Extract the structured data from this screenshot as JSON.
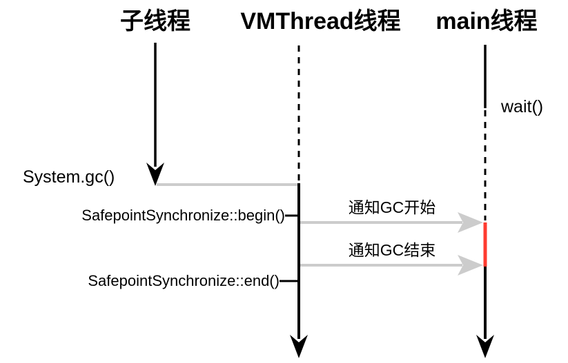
{
  "diagram": {
    "type": "sequence",
    "actors": [
      {
        "id": "child-thread",
        "label": "子线程"
      },
      {
        "id": "vmthread",
        "label": "VMThread线程"
      },
      {
        "id": "main-thread",
        "label": "main线程"
      }
    ],
    "messages": [
      {
        "id": "system-gc",
        "label": "System.gc()",
        "from": "child-thread",
        "to": "vmthread"
      },
      {
        "id": "safepoint-begin",
        "label": "SafepointSynchronize::begin()",
        "actor": "vmthread"
      },
      {
        "id": "notify-gc-start",
        "label": "通知GC开始",
        "from": "vmthread",
        "to": "main-thread"
      },
      {
        "id": "notify-gc-end",
        "label": "通知GC结束",
        "from": "vmthread",
        "to": "main-thread"
      },
      {
        "id": "safepoint-end",
        "label": "SafepointSynchronize::end()",
        "actor": "vmthread"
      },
      {
        "id": "wait",
        "label": "wait()",
        "actor": "main-thread"
      }
    ],
    "colors": {
      "lifeline": "#000000",
      "message": "#cccccc",
      "blocked": "#ff3b30",
      "background": "#ffffff"
    }
  }
}
